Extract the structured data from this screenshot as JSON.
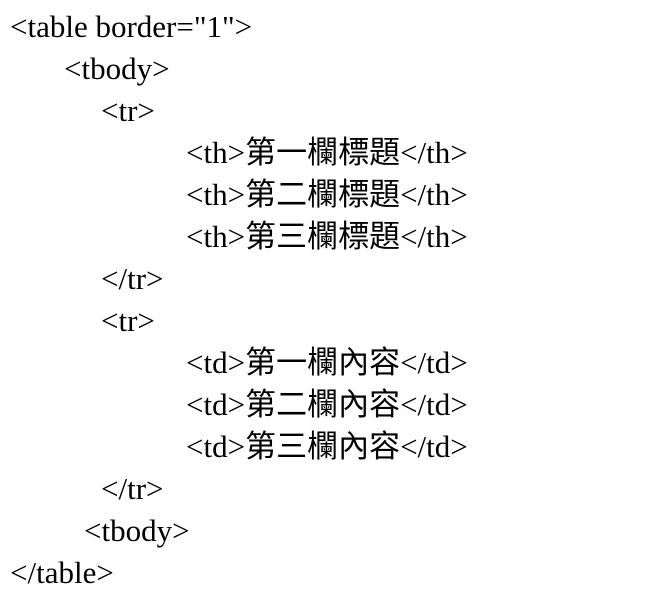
{
  "page": {
    "background_color": "#ffffff",
    "text_color": "#000000"
  },
  "code": {
    "language": "html-source-text",
    "lines": [
      {
        "indent": "0",
        "text": "<table border=\"1\">"
      },
      {
        "indent": "1",
        "text": "<tbody>"
      },
      {
        "indent": "2",
        "text": "<tr>"
      },
      {
        "indent": "3",
        "text": "<th>第一欄標題</th>"
      },
      {
        "indent": "3",
        "text": "<th>第二欄標題</th>"
      },
      {
        "indent": "3",
        "text": "<th>第三欄標題</th>"
      },
      {
        "indent": "2",
        "text": "</tr>"
      },
      {
        "indent": "2",
        "text": "<tr>"
      },
      {
        "indent": "3",
        "text": "<td>第一欄內容</td>"
      },
      {
        "indent": "3",
        "text": "<td>第二欄內容</td>"
      },
      {
        "indent": "3",
        "text": "<td>第三欄內容</td>"
      },
      {
        "indent": "2",
        "text": "</tr>"
      },
      {
        "indent": "1b",
        "text": "<tbody>"
      },
      {
        "indent": "0",
        "text": "</table>"
      }
    ]
  }
}
